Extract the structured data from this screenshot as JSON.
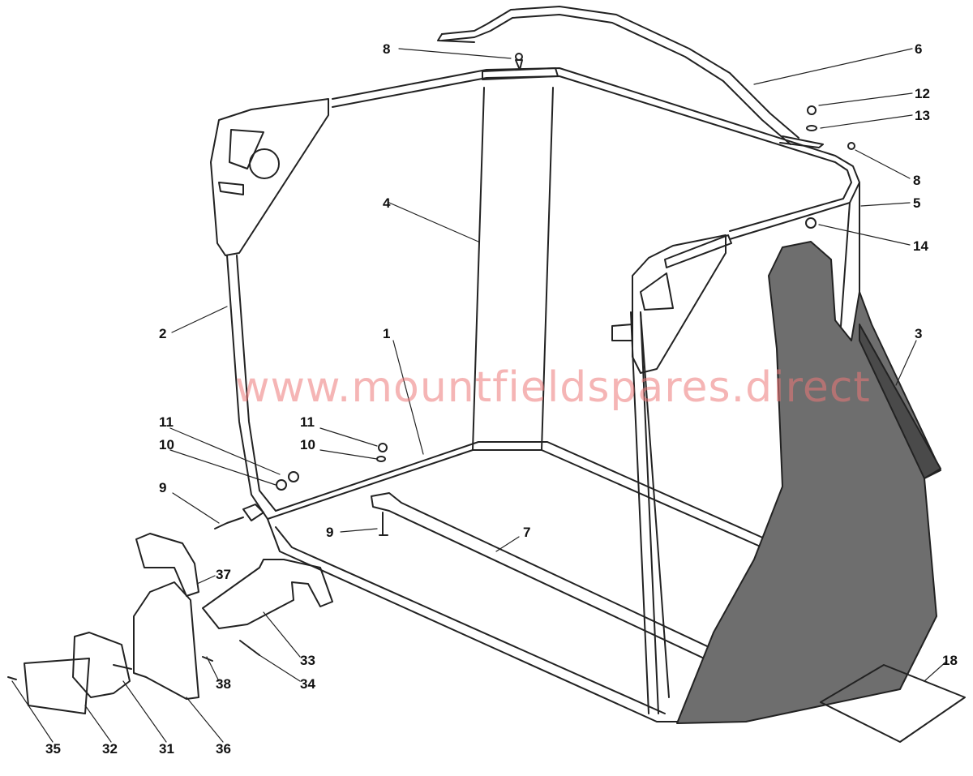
{
  "watermark": "www.mountfieldspares.direct",
  "parts": [
    {
      "id": "p8a",
      "number": "8"
    },
    {
      "id": "p6",
      "number": "6"
    },
    {
      "id": "p12",
      "number": "12"
    },
    {
      "id": "p13",
      "number": "13"
    },
    {
      "id": "p8b",
      "number": "8"
    },
    {
      "id": "p4",
      "number": "4"
    },
    {
      "id": "p5",
      "number": "5"
    },
    {
      "id": "p14",
      "number": "14"
    },
    {
      "id": "p2",
      "number": "2"
    },
    {
      "id": "p1",
      "number": "1"
    },
    {
      "id": "p3",
      "number": "3"
    },
    {
      "id": "p11a",
      "number": "11"
    },
    {
      "id": "p10a",
      "number": "10"
    },
    {
      "id": "p11b",
      "number": "11"
    },
    {
      "id": "p10b",
      "number": "10"
    },
    {
      "id": "p9a",
      "number": "9"
    },
    {
      "id": "p9b",
      "number": "9"
    },
    {
      "id": "p7",
      "number": "7"
    },
    {
      "id": "p37",
      "number": "37"
    },
    {
      "id": "p33",
      "number": "33"
    },
    {
      "id": "p34",
      "number": "34"
    },
    {
      "id": "p38",
      "number": "38"
    },
    {
      "id": "p18",
      "number": "18"
    },
    {
      "id": "p35",
      "number": "35"
    },
    {
      "id": "p32",
      "number": "32"
    },
    {
      "id": "p31",
      "number": "31"
    },
    {
      "id": "p36",
      "number": "36"
    }
  ]
}
